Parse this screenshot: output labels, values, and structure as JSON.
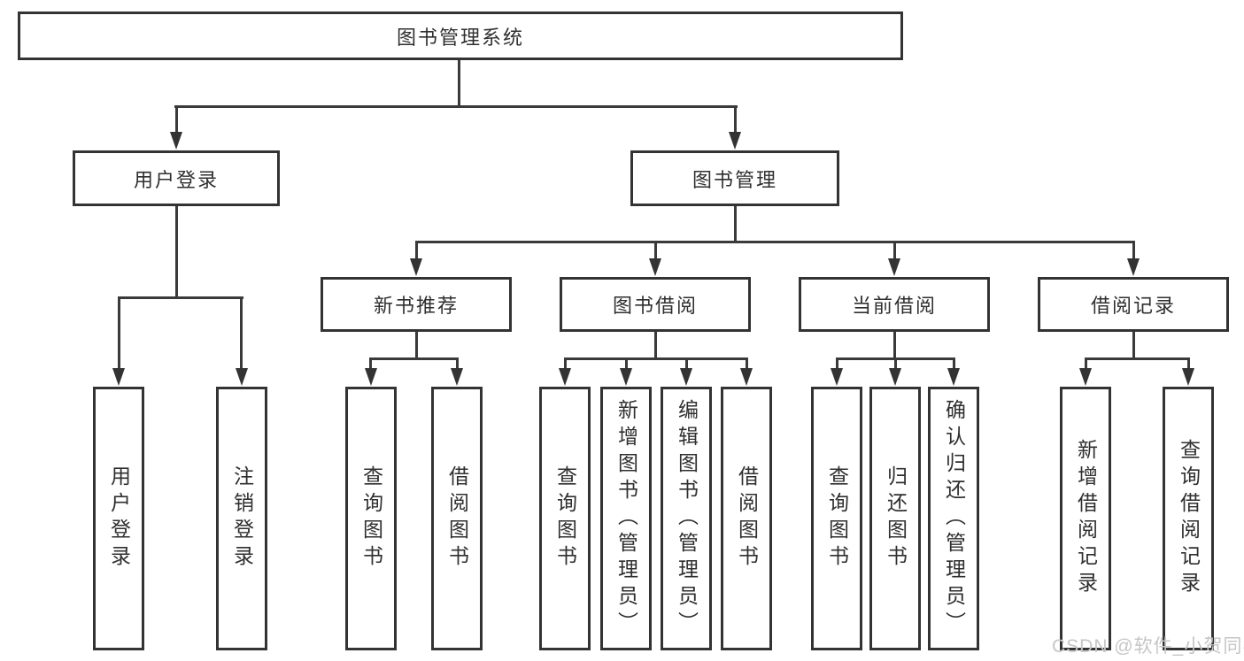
{
  "diagram": {
    "title": "图书管理系统",
    "nodes": {
      "root": "图书管理系统",
      "user_login": "用户登录",
      "book_mgmt": "图书管理",
      "new_book_rec": "新书推荐",
      "book_borrow": "图书借阅",
      "current_borrow": "当前借阅",
      "borrow_records": "借阅记录",
      "leaves": {
        "user": [
          "用户登录",
          "注销登录"
        ],
        "rec": [
          "查询图书",
          "借阅图书"
        ],
        "borrow": [
          "查询图书",
          "新增图书（管理员）",
          "编辑图书（管理员）",
          "借阅图书"
        ],
        "current": [
          "查询图书",
          "归还图书",
          "确认归还（管理员）"
        ],
        "records": [
          "新增借阅记录",
          "查询借阅记录"
        ]
      }
    },
    "colors": {
      "line": "#333333",
      "text": "#2f2f2f",
      "box_background": "#ffffff",
      "watermark": "#c6c6c6",
      "background": "#ffffff"
    }
  },
  "watermark": "CSDN @软件_小贺同学"
}
